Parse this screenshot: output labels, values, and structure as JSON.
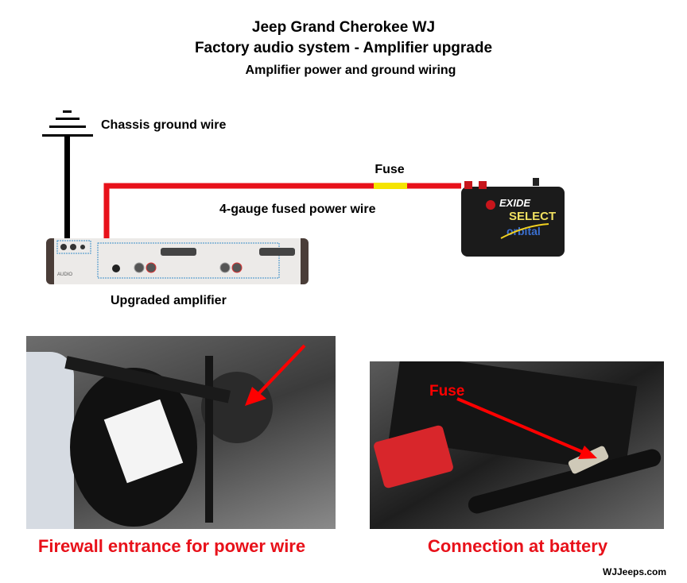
{
  "title": {
    "line1": "Jeep Grand Cherokee WJ",
    "line2": "Factory audio system - Amplifier upgrade",
    "line3": "Amplifier power and ground wiring"
  },
  "labels": {
    "ground": "Chassis ground wire",
    "fuse": "Fuse",
    "power_wire": "4-gauge fused power wire",
    "amplifier": "Upgraded amplifier",
    "photo_fuse": "Fuse"
  },
  "battery_logo": {
    "brand": "EXIDE",
    "model": "SELECT",
    "sub": "orbital"
  },
  "captions": {
    "firewall": "Firewall entrance for power wire",
    "battery": "Connection at battery"
  },
  "credit": "WJJeeps.com",
  "colors": {
    "wire_red": "#e8111a",
    "fuse_yellow": "#f5e400",
    "caption_red": "#e8111a"
  }
}
